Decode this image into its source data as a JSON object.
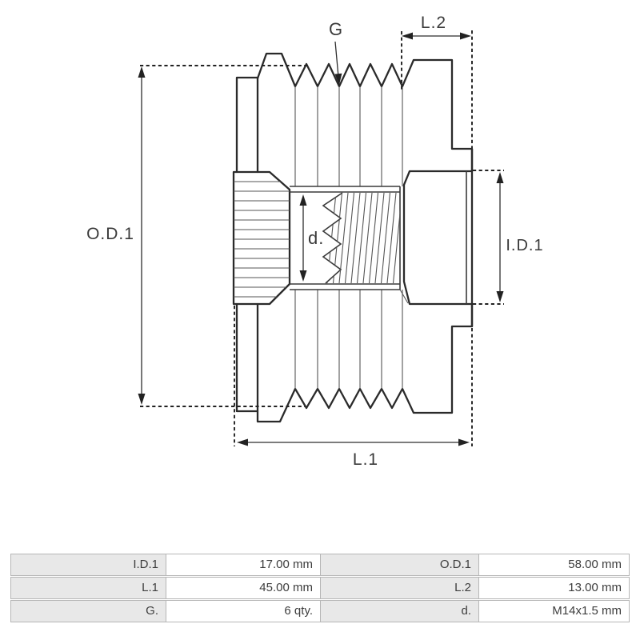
{
  "drawing": {
    "labels": {
      "outer_diameter": "O.D.1",
      "grooves": "G",
      "length2": "L.2",
      "inner_diameter": "I.D.1",
      "thread": "d.",
      "length1": "L.1"
    },
    "line_color": "#2a2a2a"
  },
  "spec_table": {
    "label_bg": "#e8e8e8",
    "border_color": "#b6b6b6",
    "rows": [
      [
        "I.D.1",
        "17.00 mm",
        "O.D.1",
        "58.00 mm"
      ],
      [
        "L.1",
        "45.00 mm",
        "L.2",
        "13.00 mm"
      ],
      [
        "G.",
        "6 qty.",
        "d.",
        "M14x1.5 mm"
      ]
    ]
  }
}
